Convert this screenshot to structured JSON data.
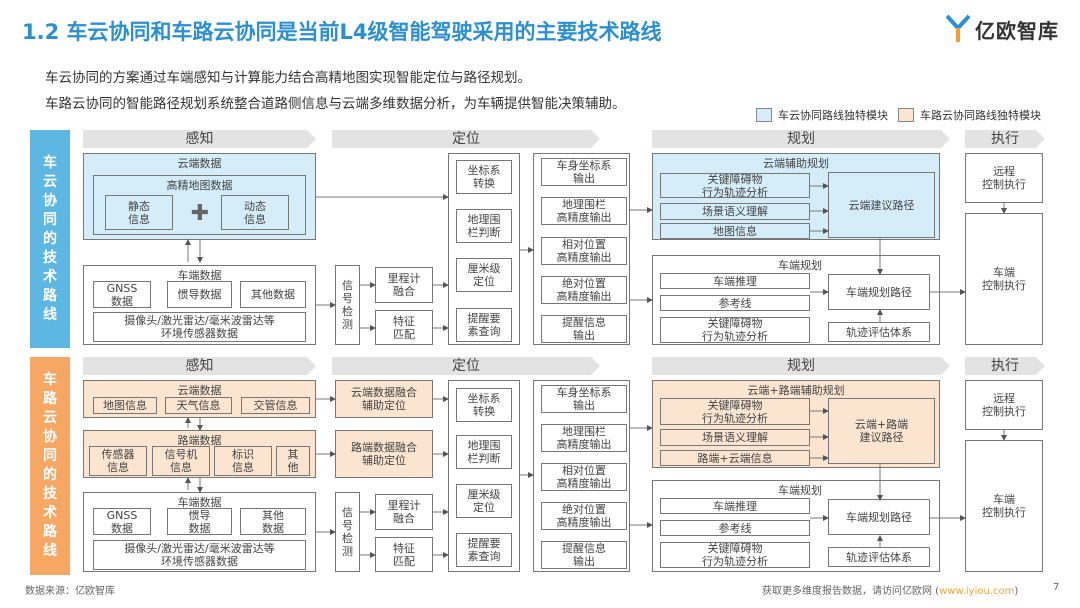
{
  "header": {
    "title": "1.2 车云协同和车路云协同是当前L4级智能驾驶采用的主要技术路线",
    "logo_text": "亿欧智库"
  },
  "intro": [
    "车云协同的方案通过车端感知与计算能力结合高精地图实现智能定位与路径规划。",
    "车路云协同的智能路径规划系统整合道路侧信息与云端多维数据分析，为车辆提供智能决策辅助。"
  ],
  "legend": {
    "cloud": "车云协同路线独特模块",
    "road": "车路云协同路线独特模块",
    "colors": {
      "cloud": "#d4edf8",
      "road": "#fbe5d1"
    }
  },
  "stages": [
    "感知",
    "定位",
    "规划",
    "执行"
  ],
  "common": {
    "vehicle_data": "车端数据",
    "gnss": "GNSS\n数据",
    "other": "其他数据",
    "sensors": "摄像头/激光雷达/毫米波雷达等\n环境传感器数据",
    "signal_detection": "信\n号\n检\n测",
    "odometry": "里程计\n融合",
    "feature_match": "特征\n匹配",
    "positioning": [
      "坐标系\n转换",
      "地理围\n栏判断",
      "厘米级\n定位",
      "提醒要\n素查询"
    ],
    "outputs": [
      "车身坐标系\n输出",
      "地理围栏\n高精度输出",
      "相对位置\n高精度输出",
      "绝对位置\n高精度输出",
      "提醒信息\n输出"
    ],
    "vehicle_planning": {
      "title": "车端规划",
      "items": [
        "车端推理",
        "参考线",
        "关键障碍物\n行为轨迹分析"
      ],
      "path": "车端规划路径",
      "eval": "轨迹评估体系"
    },
    "execution": {
      "remote": "远程\n控制执行",
      "vehicle": "车端\n控制执行"
    }
  },
  "top": {
    "side_label": "车云协同的技术路线",
    "cloud_data": {
      "title": "云端数据",
      "hd_map": "高精地图数据",
      "static": "静态\n信息",
      "dynamic": "动态\n信息"
    },
    "imu": "惯导数据",
    "cloud_planning": {
      "title": "云端辅助规划",
      "items": [
        "关键障碍物\n行为轨迹分析",
        "场景语义理解",
        "地图信息"
      ],
      "path": "云端建议路径"
    }
  },
  "bottom": {
    "side_label": "车路云协同的技术路线",
    "cloud_data": {
      "title": "云端数据",
      "items": [
        "地图信息",
        "天气信息",
        "交管信息"
      ]
    },
    "road_data": {
      "title": "路端数据",
      "items": [
        "传感器\n信息",
        "信号机\n信息",
        "标识\n信息",
        "其\n他"
      ]
    },
    "imu": "惯导\n数据",
    "other": "其他\n数据",
    "cloud_fusion": "云端数据融合\n辅助定位",
    "road_fusion": "路端数据融合\n辅助定位",
    "cloud_planning": {
      "title": "云端+路端辅助规划",
      "items": [
        "关键障碍物\n行为轨迹分析",
        "场景语义理解",
        "路端+云端信息"
      ],
      "path": "云端+路端\n建议路径"
    }
  },
  "footer": {
    "source": "数据来源：亿欧智库",
    "more": "获取更多维度报告数据，请访问亿欧网 (",
    "link": "www.iyiou.com",
    "close": ")",
    "page": "7"
  }
}
